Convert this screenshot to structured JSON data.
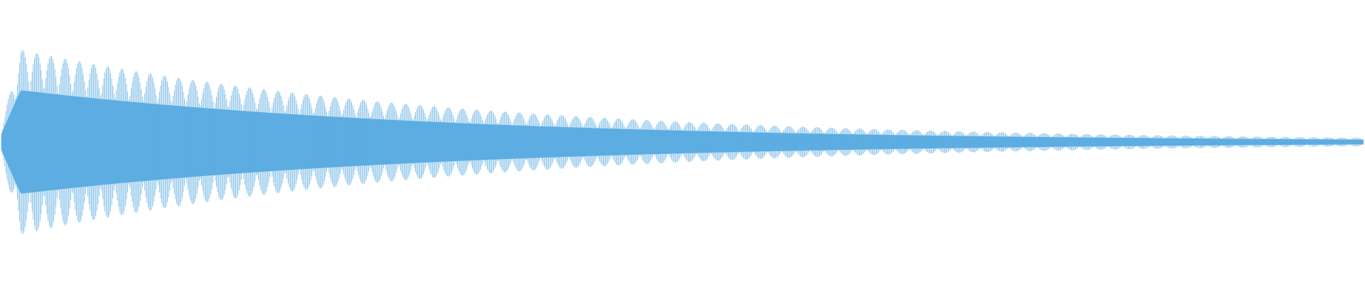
{
  "waveform": {
    "color": "#5dade2",
    "background": "#ffffff",
    "envelope": {
      "type": "decaying",
      "start_level": 0.68,
      "end_level": 0.03,
      "beat_count": 96
    }
  }
}
